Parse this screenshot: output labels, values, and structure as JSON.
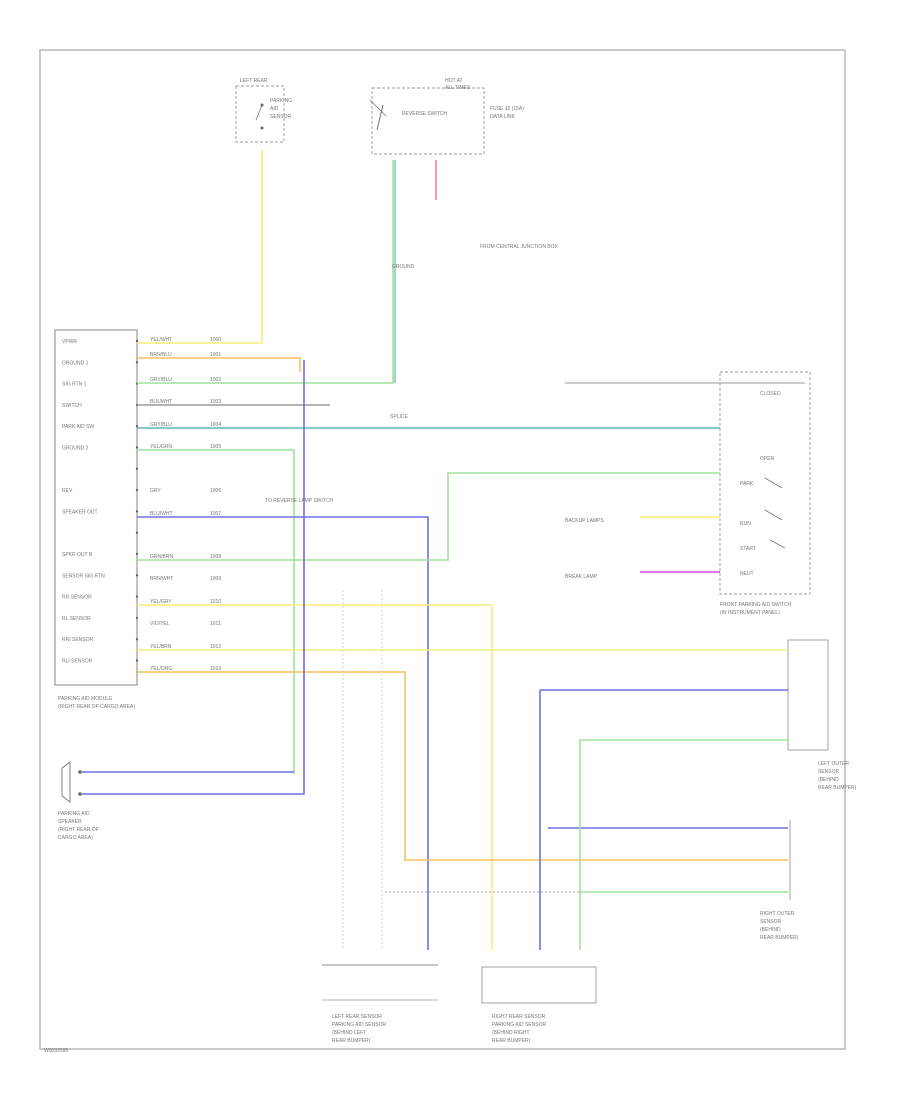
{
  "diagram": {
    "page_code": "W0032595",
    "modules": {
      "pcm": {
        "title": "PARKING AID MODULE",
        "subtitle": "(RIGHT REAR OF CARGO AREA)"
      },
      "rear_module": {
        "title": "FRONT PARKING AID SWITCH",
        "subtitle": "(IN INSTRUMENT PANEL)"
      },
      "left_upper": {
        "title": "LEFT REAR",
        "lines": [
          "PARKING",
          "AID",
          "SENSOR"
        ]
      },
      "right_upper": {
        "title": "HOT AT",
        "subtitle": "ALL TIMES"
      },
      "left_rear_sensor": {
        "title": "LEFT REAR SENSOR",
        "lines": [
          "PARKING AID SENSOR",
          "(BEHIND LEFT",
          "REAR BUMPER)"
        ]
      },
      "right_rear_sensor": {
        "title": "RIGHT REAR SENSOR",
        "lines": [
          "PARKING AID SENSOR",
          "(BEHIND RIGHT",
          "REAR BUMPER)"
        ]
      },
      "left_corner": {
        "title": "LEFT OUTER",
        "lines": [
          "SENSOR",
          "(BEHIND",
          "REAR BUMPER)"
        ]
      },
      "right_corner": {
        "title": "RIGHT OUTER",
        "lines": [
          "SENSOR",
          "(BEHIND",
          "REAR BUMPER)"
        ]
      },
      "speaker": {
        "title": "PARKING AID",
        "lines": [
          "SPEAKER",
          "(RIGHT REAR OF",
          "CARGO AREA)"
        ]
      }
    },
    "pcm_pins": [
      "VPWR",
      "GROUND 1",
      "SIG RTN 1",
      "SWITCH",
      "PARK AID SW",
      "GROUND 2",
      "",
      "REV",
      "SPEAKER OUT",
      "",
      "SPKR OUT B",
      "SENSOR SIG RTN",
      "RR SENSOR",
      "RL SENSOR",
      "RRI SENSOR",
      "RLI SENSOR"
    ],
    "wires": [
      "YEL/WHT",
      "BRN/BLU",
      "GRY/BLU",
      "BLK/WHT",
      "GRY/BLU",
      "YEL/GRN",
      "GRY",
      "BLU/WHT",
      "GRN/BRN",
      "BRN/WHT",
      "YEL/GRY",
      "VIO/YEL",
      "YEL/BRN",
      "YEL/ORG"
    ],
    "circuits": [
      "1000",
      "1001",
      "1002",
      "1003",
      "1004",
      "1005",
      "1006",
      "1007",
      "1008",
      "1009",
      "1010",
      "1011",
      "1012",
      "1013"
    ],
    "notes": [
      "FROM CENTRAL JUNCTION BOX",
      "GROUND",
      "TO REVERSE LAMP SWITCH",
      "SPLICE",
      "BACKUP LAMPS",
      "REVERSE SWITCH",
      "FUSE 12 (15A)",
      "DATA LINK",
      "BREAK LAMP"
    ],
    "switch_labels": [
      "CLOSED",
      "OPEN",
      "PARK",
      "RUN",
      "START",
      "NEUT"
    ],
    "colors": {
      "yellow": "#f4f17a",
      "orange": "#f6c15f",
      "green": "#9fe39a",
      "teal": "#5fb8ad",
      "blue": "#7070e8",
      "red": "#f07070",
      "magenta": "#d34cd3",
      "gray": "#9b9b9b"
    }
  }
}
